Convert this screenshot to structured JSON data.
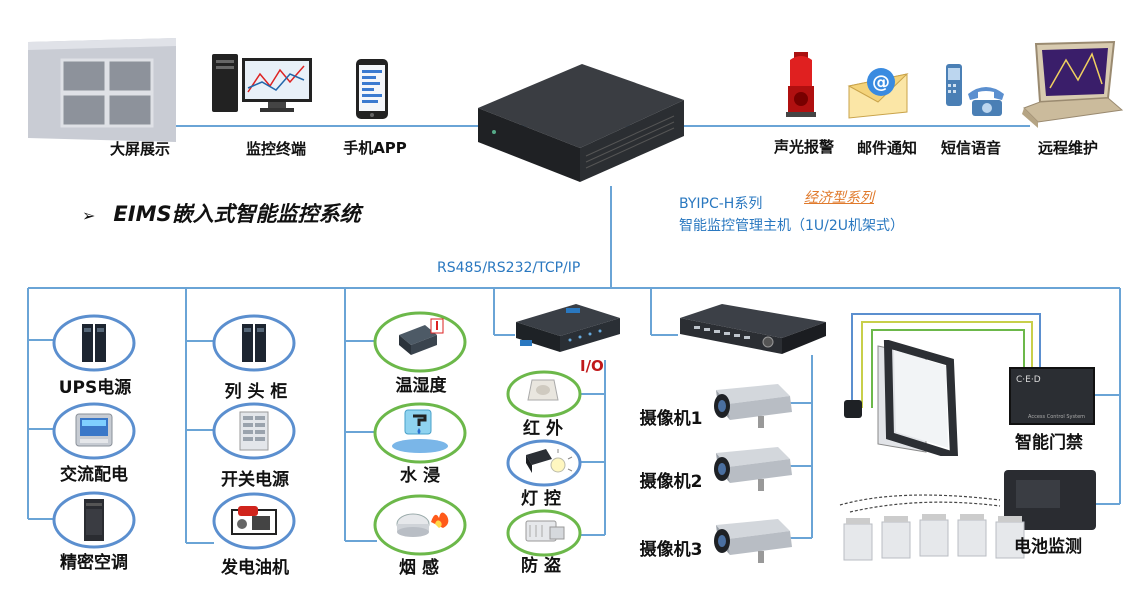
{
  "title": "EIMS嵌入式智能监控系统",
  "title_bullet": "➢",
  "host": {
    "series": "BYIPC-H系列",
    "economy": "经济型系列",
    "desc": "智能监控管理主机（1U/2U机架式）"
  },
  "protocol": "RS485/RS232/TCP/IP",
  "top_left": [
    "大屏展示",
    "监控终端",
    "手机APP"
  ],
  "top_right": [
    "声光报警",
    "邮件通知",
    "短信语音",
    "远程维护"
  ],
  "col1": [
    "UPS电源",
    "交流配电",
    "精密空调"
  ],
  "col2": [
    "列 头 柜",
    "开关电源",
    "发电油机"
  ],
  "col3": [
    "温湿度",
    "水 浸",
    "烟 感"
  ],
  "col4": [
    "红 外",
    "灯 控",
    "防 盗"
  ],
  "io": "I/O",
  "cameras": [
    "摄像机1",
    "摄像机2",
    "摄像机3"
  ],
  "right": [
    "智能门禁",
    "电池监测"
  ],
  "colors": {
    "wire": "#6aa4d6",
    "ring_blue": "#5b8fcf",
    "ring_green": "#6cb84a",
    "text_blue": "#2a78c0",
    "accent_orange": "#e07a2c",
    "io_red": "#c0181a"
  }
}
